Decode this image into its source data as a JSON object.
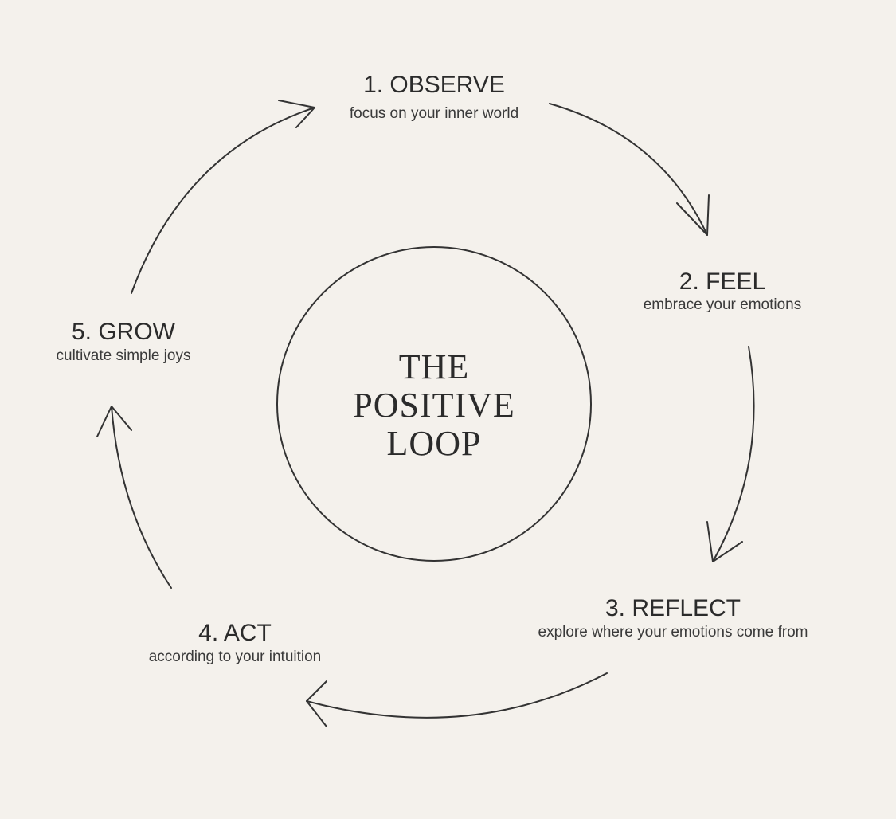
{
  "center": {
    "line1": "THE",
    "line2": "POSITIVE",
    "line3": "LOOP"
  },
  "steps": [
    {
      "title": "1.  OBSERVE",
      "subtitle": "focus on your inner world"
    },
    {
      "title": "2. FEEL",
      "subtitle": "embrace your emotions"
    },
    {
      "title": "3. REFLECT",
      "subtitle": "explore where your emotions come from"
    },
    {
      "title": "4. ACT",
      "subtitle": "according to your intuition"
    },
    {
      "title": "5. GROW",
      "subtitle": "cultivate simple joys"
    }
  ],
  "colors": {
    "background": "#f4f1ec",
    "ink": "#2b2b2b"
  }
}
